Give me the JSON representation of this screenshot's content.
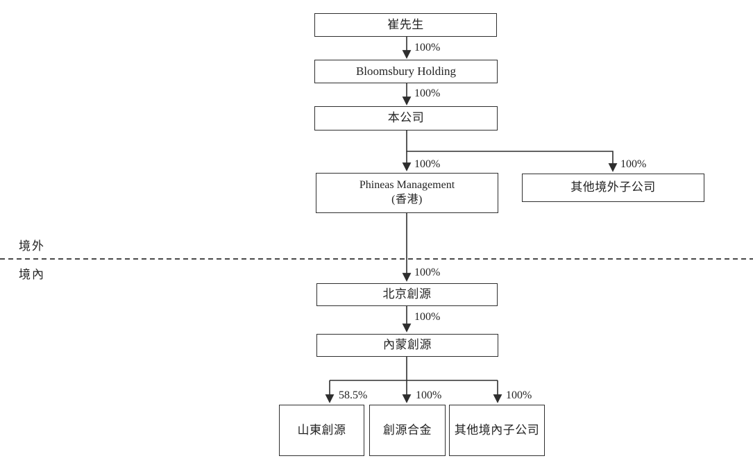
{
  "regions": {
    "offshore": "境外",
    "onshore": "境內"
  },
  "nodes": {
    "cui": {
      "label": "崔先生"
    },
    "bloomsbury": {
      "label": "Bloomsbury Holding"
    },
    "company": {
      "label": "本公司"
    },
    "phineas": {
      "label": "Phineas Management",
      "sublabel": "(香港)"
    },
    "other_offshore": {
      "label": "其他境外子公司"
    },
    "beijing": {
      "label": "北京創源"
    },
    "neimeng": {
      "label": "內蒙創源"
    },
    "shandong": {
      "label": "山東創源"
    },
    "alloy": {
      "label": "創源合金"
    },
    "other_onshore": {
      "label": "其他境內子公司"
    }
  },
  "edges": [
    {
      "from": "崔先生",
      "to": "Bloomsbury Holding",
      "label": "100%"
    },
    {
      "from": "Bloomsbury Holding",
      "to": "本公司",
      "label": "100%"
    },
    {
      "from": "本公司",
      "to": "Phineas Management (香港)",
      "label": "100%"
    },
    {
      "from": "本公司",
      "to": "其他境外子公司",
      "label": "100%"
    },
    {
      "from": "Phineas Management (香港)",
      "to": "北京創源",
      "label": "100%"
    },
    {
      "from": "北京創源",
      "to": "內蒙創源",
      "label": "100%"
    },
    {
      "from": "內蒙創源",
      "to": "山東創源",
      "label": "58.5%"
    },
    {
      "from": "內蒙創源",
      "to": "創源合金",
      "label": "100%"
    },
    {
      "from": "內蒙創源",
      "to": "其他境內子公司",
      "label": "100%"
    }
  ],
  "colors": {
    "line": "#2e2e2e",
    "text": "#232323",
    "background": "#ffffff"
  }
}
